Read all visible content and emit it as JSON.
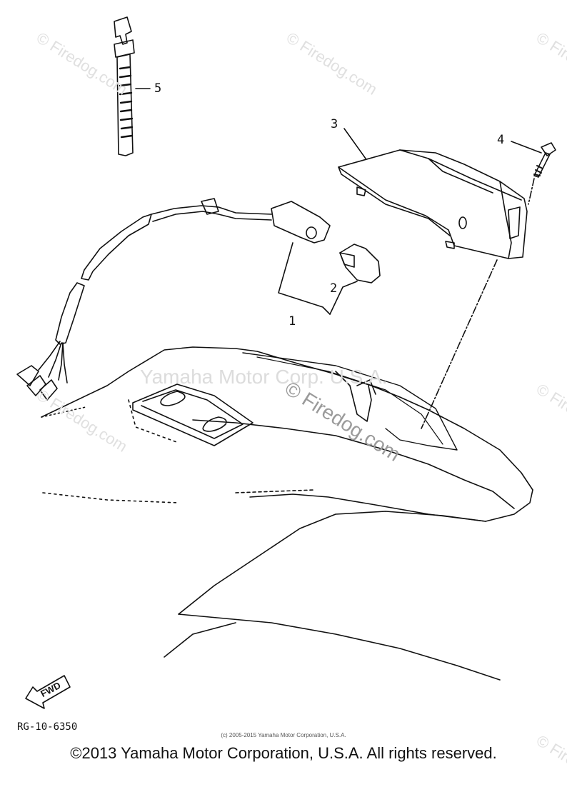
{
  "watermarks": {
    "corner_text": "© Firedog.com",
    "center_brand": "Yamaha Motor Corp. U.S.A.",
    "center_site": "© Firedog.com"
  },
  "callouts": [
    {
      "id": "1",
      "label": "1"
    },
    {
      "id": "2",
      "label": "2"
    },
    {
      "id": "3",
      "label": "3"
    },
    {
      "id": "4",
      "label": "4"
    },
    {
      "id": "5",
      "label": "5"
    }
  ],
  "fwd_label": "FWD",
  "diagram_code": "RG-10-6350",
  "small_copyright": "(c) 2005-2015 Yamaha Motor Corporation, U.S.A.",
  "footer_copyright": "©2013 Yamaha Motor Corporation, U.S.A. All rights reserved."
}
